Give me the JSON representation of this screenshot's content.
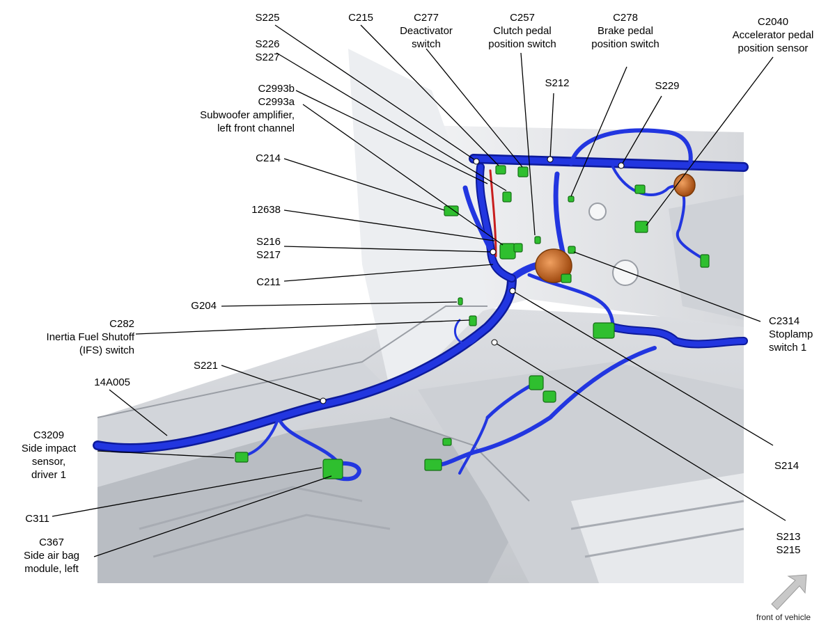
{
  "callouts": {
    "s225": [
      "S225"
    ],
    "c215": [
      "C215"
    ],
    "c277": [
      "C277",
      "Deactivator",
      "switch"
    ],
    "c257": [
      "C257",
      "Clutch pedal",
      "position switch"
    ],
    "c278": [
      "C278",
      "Brake pedal",
      "position switch"
    ],
    "c2040": [
      "C2040",
      "Accelerator pedal",
      "position sensor"
    ],
    "s226_s227": [
      "S226",
      "S227"
    ],
    "s212": [
      "S212"
    ],
    "s229": [
      "S229"
    ],
    "c2993": [
      "C2993b",
      "C2993a",
      "Subwoofer amplifier,",
      "left front channel"
    ],
    "c214": [
      "C214"
    ],
    "n12638": [
      "12638"
    ],
    "s216_s217": [
      "S216",
      "S217"
    ],
    "c211": [
      "C211"
    ],
    "g204": [
      "G204"
    ],
    "c282": [
      "C282",
      "Inertia Fuel Shutoff",
      "(IFS) switch"
    ],
    "c2314": [
      "C2314",
      "Stoplamp",
      "switch 1"
    ],
    "s221": [
      "S221"
    ],
    "n14a005": [
      "14A005"
    ],
    "c3209": [
      "C3209",
      "Side impact",
      "sensor,",
      "driver 1"
    ],
    "s214": [
      "S214"
    ],
    "c311": [
      "C311"
    ],
    "c367": [
      "C367",
      "Side air bag",
      "module, left"
    ],
    "s213_s215": [
      "S213",
      "S215"
    ]
  },
  "footer": {
    "direction_label": "front of vehicle"
  },
  "colors": {
    "harness": "#1f2fd0",
    "harness_dark": "#0d1a9a",
    "connector": "#2fbf2f",
    "grommet": "#c8661e",
    "panel": "#e4e6ea",
    "panel_shade": "#c9ccd2",
    "leader": "#000000",
    "red_wire": "#c81e1e"
  }
}
